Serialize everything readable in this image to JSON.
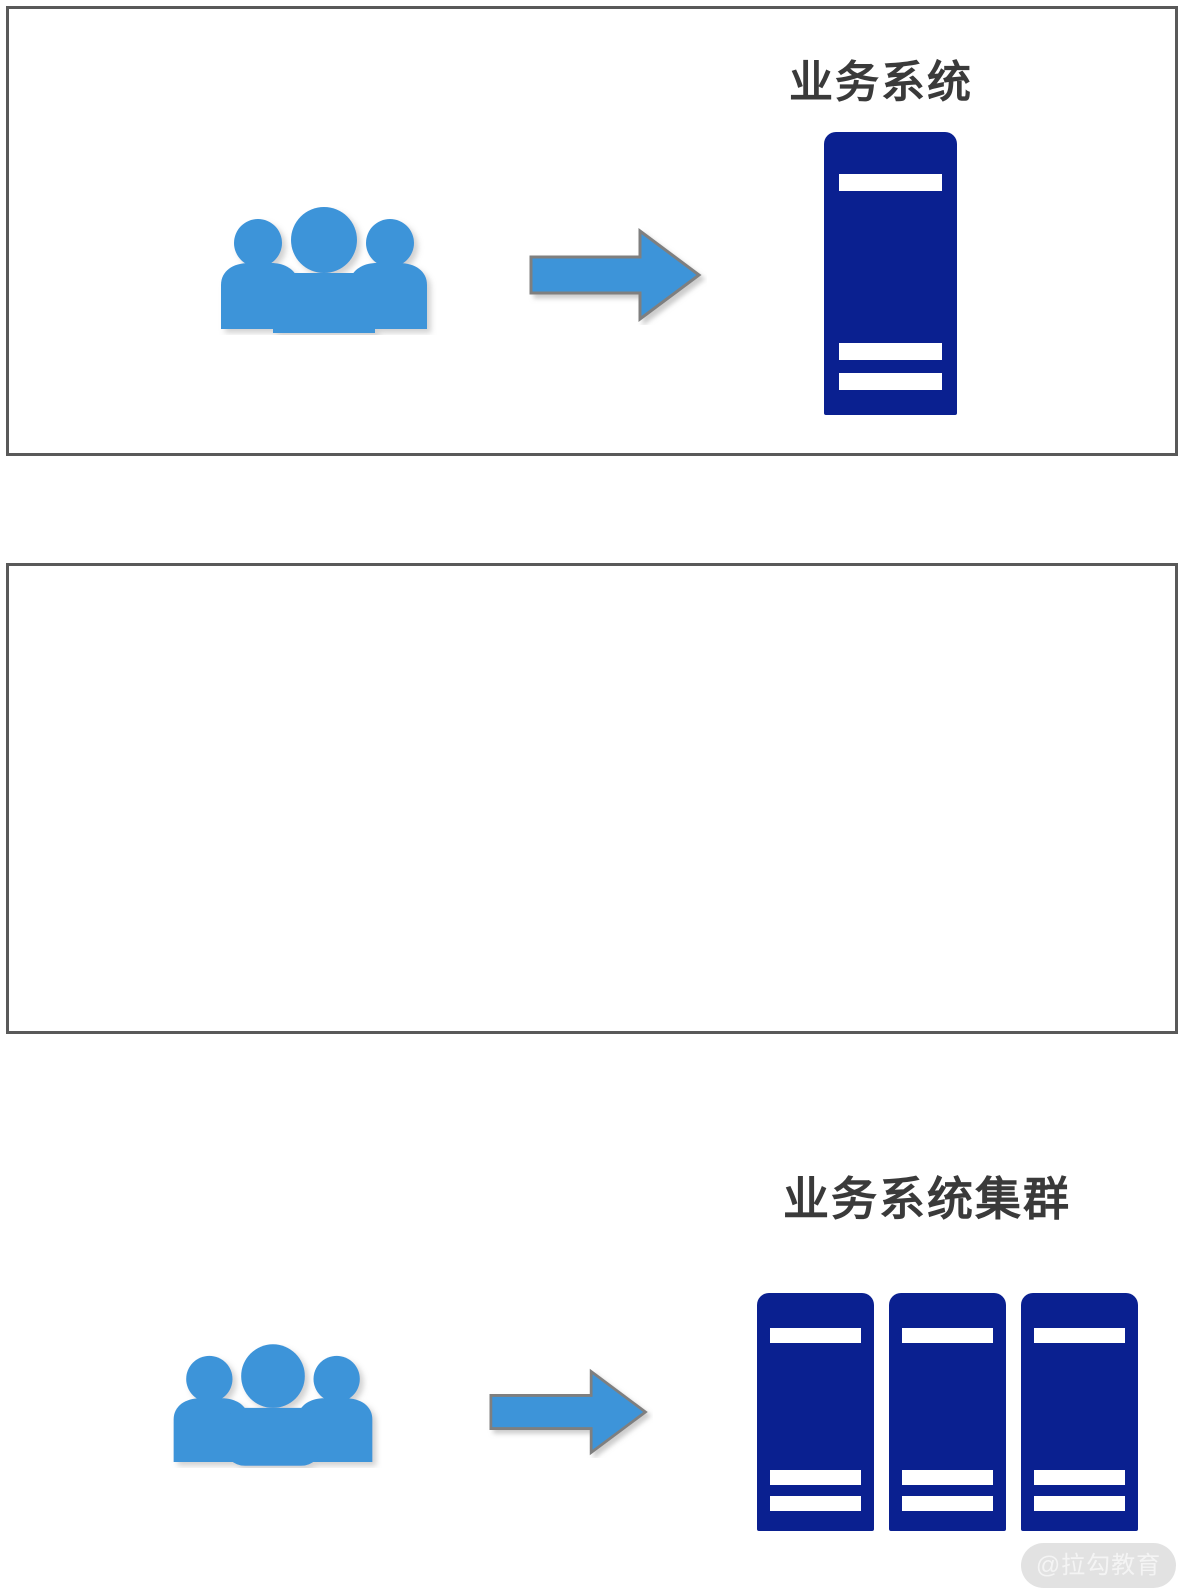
{
  "diagram": {
    "background_color": "#ffffff",
    "panels": [
      {
        "id": "single-server-panel",
        "title": "业务系统",
        "title_color": "#3a3a3a",
        "actor_icon": "people-group-icon",
        "flow_icon": "right-arrow-icon",
        "server_count": 1
      },
      {
        "id": "server-cluster-panel",
        "title": "业务系统集群",
        "title_color": "#3a3a3a",
        "actor_icon": "people-group-icon",
        "flow_icon": "right-arrow-icon",
        "server_count": 3
      }
    ],
    "colors": {
      "server_navy": "#0a2090",
      "people_blue": "#3d94d9",
      "arrow_fill": "#3d94d9",
      "arrow_stroke": "#7f7f7f",
      "panel_border": "#595959",
      "server_bar": "#ffffff"
    },
    "watermark": {
      "text": "@拉勾教育",
      "background": "#e2e2e2",
      "text_color": "#f4f4f4"
    }
  }
}
